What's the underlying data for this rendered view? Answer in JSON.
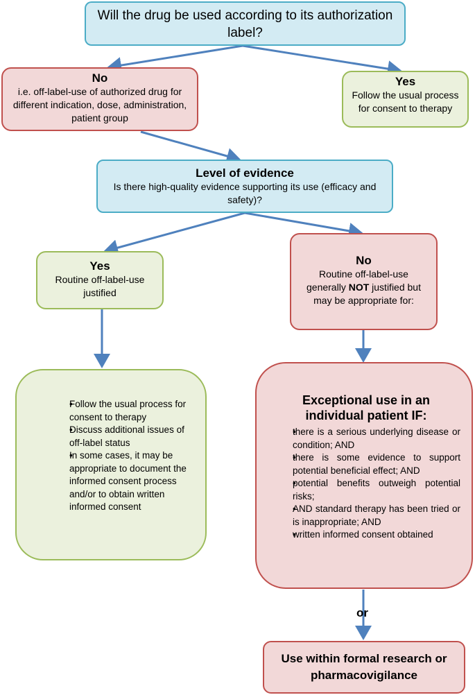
{
  "question": {
    "text": "Will the drug be used according to its authorization label?"
  },
  "no_branch": {
    "title": "No",
    "text": "i.e. off-label-use of authorized drug for different indication, dose, administration, patient group"
  },
  "yes_branch": {
    "title": "Yes",
    "text": "Follow the usual process for consent to therapy"
  },
  "evidence": {
    "title": "Level of evidence",
    "text": "Is there high-quality evidence supporting its use (efficacy and safety)?"
  },
  "evidence_yes": {
    "title": "Yes",
    "text": "Routine off-label-use justified"
  },
  "evidence_no": {
    "title": "No",
    "text_before": "Routine off-label-use generally ",
    "text_bold": "NOT",
    "text_after": " justified but may be appropriate for:"
  },
  "consent_list": {
    "items": [
      "Follow the usual process for consent to therapy",
      "Discuss additional issues of off-label status",
      "In some cases, it may be appropriate to document the informed consent process and/or to obtain written informed consent"
    ]
  },
  "exceptional": {
    "title": "Exceptional use in an individual patient IF:",
    "items": [
      "there is a serious underlying disease or condition; AND",
      "there is some evidence to support potential beneficial effect; AND",
      "potential benefits outweigh potential risks;",
      "AND standard therapy has been tried or is inappropriate; AND",
      "written informed consent obtained"
    ]
  },
  "or_label": "or",
  "research": {
    "text": "Use within formal research or pharmacovigilance"
  },
  "colors": {
    "blue_fill": "#d3ebf3",
    "blue_border": "#4bacc6",
    "red_fill": "#f2d8d8",
    "red_border": "#c0504d",
    "green_fill": "#ebf1dd",
    "green_border": "#9bbb59",
    "arrow": "#4f81bd"
  }
}
